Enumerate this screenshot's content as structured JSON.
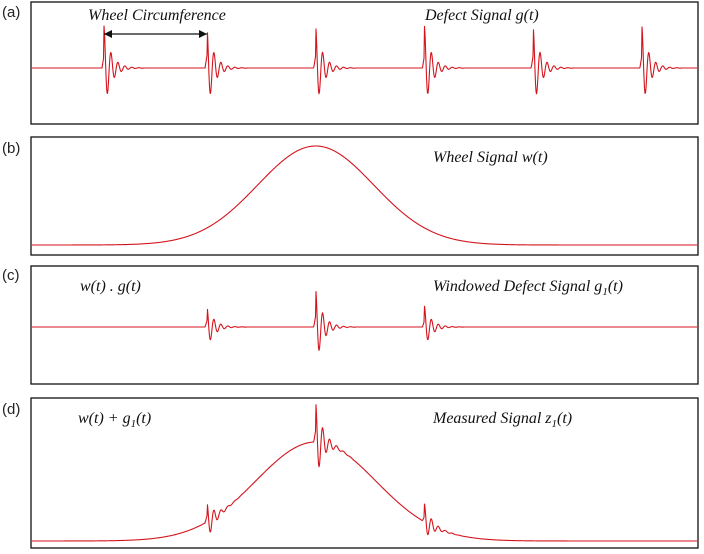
{
  "panels": [
    {
      "id": "a",
      "label": "(a)",
      "annotations": [
        {
          "key": "circ",
          "text": "Wheel Circumference"
        },
        {
          "key": "title",
          "text": "Defect Signal g(t)",
          "base": "Defect Signal g",
          "sub": "",
          "rest": "(t)"
        }
      ],
      "signal": {
        "kind": "impulses",
        "amplitude": 1.0,
        "impulse_positions": [
          0.1,
          0.28,
          0.47,
          0.66,
          0.85,
          1.04
        ]
      }
    },
    {
      "id": "b",
      "label": "(b)",
      "annotations": [
        {
          "key": "title",
          "text": "Wheel Signal w(t)"
        }
      ],
      "signal": {
        "kind": "bell",
        "peak_position": 0.47
      }
    },
    {
      "id": "c",
      "label": "(c)",
      "annotations": [
        {
          "key": "left",
          "text": "w(t) . g(t)"
        },
        {
          "key": "title",
          "base": "Windowed Defect Signal g",
          "sub": "1",
          "rest": "(t)"
        }
      ],
      "signal": {
        "kind": "windowed",
        "impulse_positions": [
          0.28,
          0.47,
          0.66
        ],
        "amplitudes": [
          0.55,
          1.0,
          0.55
        ]
      }
    },
    {
      "id": "d",
      "label": "(d)",
      "annotations": [
        {
          "key": "left",
          "base": "w(t) + g",
          "sub": "1",
          "rest": "(t)"
        },
        {
          "key": "title",
          "base": "Measured Signal z",
          "sub": "1",
          "rest": "(t)"
        }
      ],
      "signal": {
        "kind": "sum",
        "impulse_positions": [
          0.28,
          0.47,
          0.66
        ],
        "amplitudes": [
          0.5,
          1.0,
          0.45
        ]
      }
    }
  ],
  "colors": {
    "trace": "#d4141c",
    "frame": "#111111"
  }
}
